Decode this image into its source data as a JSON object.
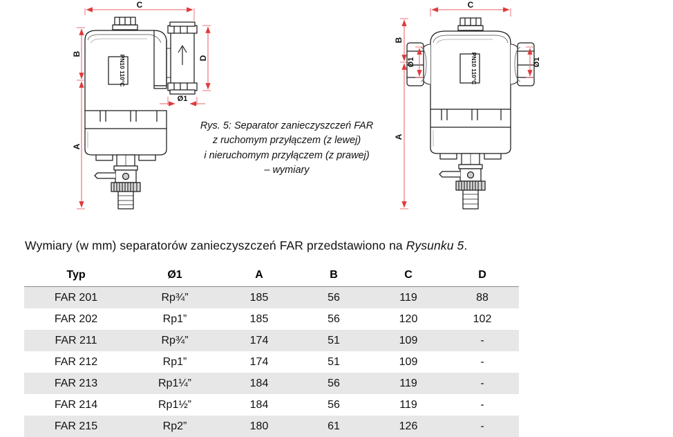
{
  "figures": {
    "left": {
      "name": "separator-left-movable-connection",
      "labels": {
        "c": "C",
        "b": "B",
        "a": "A",
        "d": "D",
        "d1": "Ø1",
        "body_mark": "PN10 110°C"
      }
    },
    "right": {
      "name": "separator-right-fixed-connection",
      "labels": {
        "c": "C",
        "b": "B",
        "a": "A",
        "d1_left": "Ø1",
        "d1_right": "Ø1",
        "body_mark": "PN10 110°C"
      }
    },
    "caption": [
      "Rys. 5: Separator zanieczyszczeń FAR",
      "z ruchomym przyłączem (z lewej)",
      "i nieruchomym przyłączem (z prawej)",
      "– wymiary"
    ]
  },
  "intro": {
    "text_before": "Wymiary (w mm) separatorów zanieczyszczeń FAR przedstawiono na ",
    "text_italic": "Rysunku 5",
    "text_after": "."
  },
  "table": {
    "headers": [
      "Typ",
      "Ø1",
      "A",
      "B",
      "C",
      "D"
    ],
    "rows": [
      [
        "FAR 201",
        "Rp¾”",
        "185",
        "56",
        "119",
        "88"
      ],
      [
        "FAR 202",
        "Rp1”",
        "185",
        "56",
        "120",
        "102"
      ],
      [
        "FAR 211",
        "Rp¾”",
        "174",
        "51",
        "109",
        "-"
      ],
      [
        "FAR 212",
        "Rp1”",
        "174",
        "51",
        "109",
        "-"
      ],
      [
        "FAR 213",
        "Rp1¼”",
        "184",
        "56",
        "119",
        "-"
      ],
      [
        "FAR 214",
        "Rp1½”",
        "184",
        "56",
        "119",
        "-"
      ],
      [
        "FAR 215",
        "Rp2”",
        "180",
        "61",
        "126",
        "-"
      ]
    ]
  },
  "colors": {
    "dimension_line": "#e9606a",
    "dimension_arrow": "#e03a3a",
    "drawing_line": "#1a1a1a",
    "row_alt": "#e7e7e7",
    "header_rule": "#8a8a8a"
  }
}
